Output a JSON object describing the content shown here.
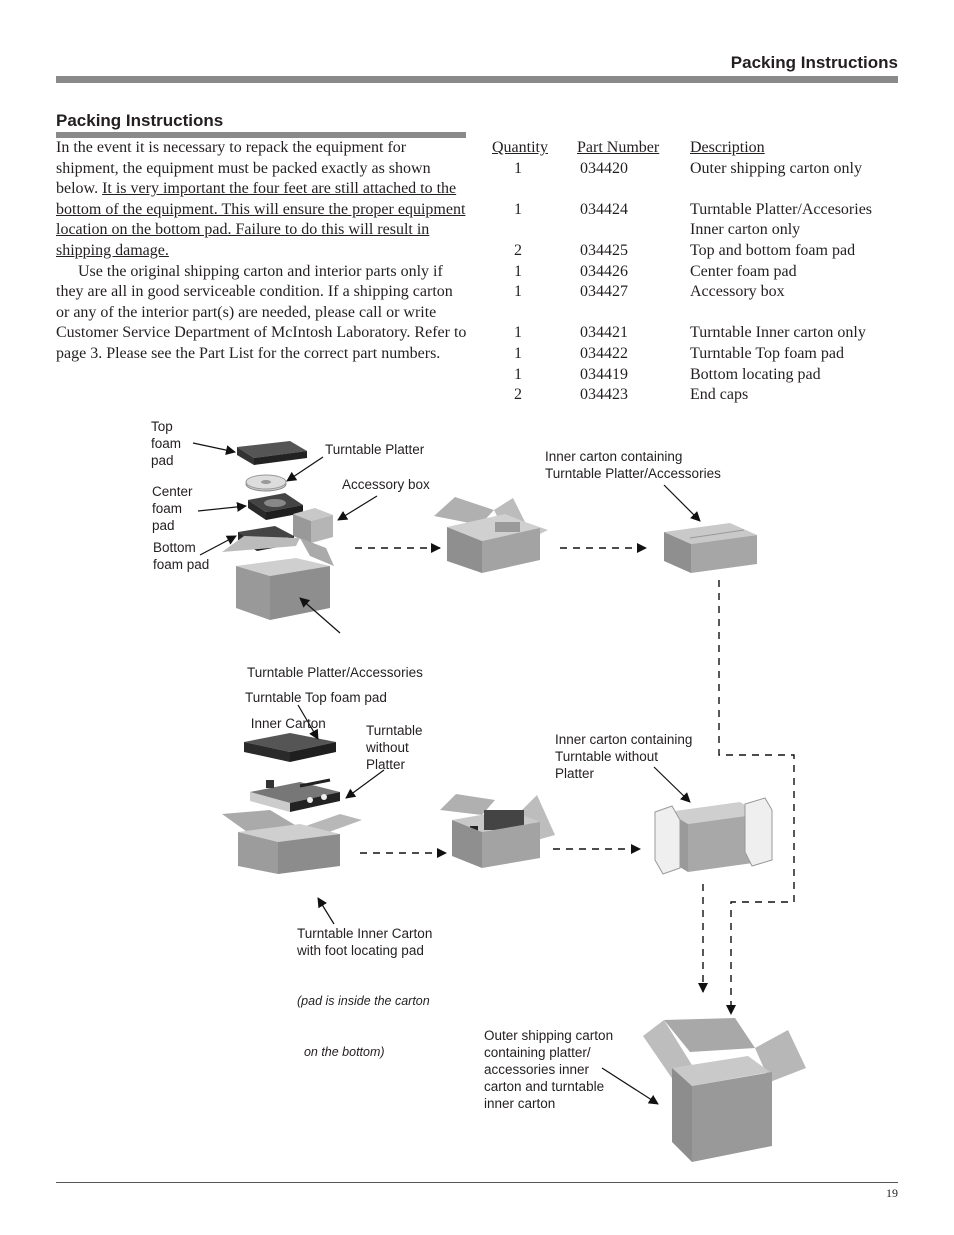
{
  "header": {
    "title": "Packing Instructions"
  },
  "section": {
    "title": "Packing Instructions",
    "p1_plain": "In the event it is necessary to repack the equipment for shipment, the equipment must be packed exactly as shown below. ",
    "p1_underlined": "It is very important the four feet are still attached to the bottom of the equipment. This will ensure the proper equipment location on the bottom pad. Failure to do this will result in shipping damage.",
    "p2": "Use the original shipping carton and interior parts only if they are all in good serviceable condition. If a shipping carton or any of the interior part(s) are needed, please call or write Customer Service Department of McIntosh Laboratory. Refer to page 3. Please see the Part List for the correct part numbers."
  },
  "parts_table": {
    "headers": [
      "Quantity",
      "Part Number",
      "Description"
    ],
    "rows": [
      {
        "qty": "1",
        "part": "034420",
        "desc": "Outer shipping carton only"
      },
      {
        "qty": "",
        "part": "",
        "desc": ""
      },
      {
        "qty": "1",
        "part": "034424",
        "desc": "Turntable Platter/Accesories"
      },
      {
        "qty": "",
        "part": "",
        "desc": "Inner carton only"
      },
      {
        "qty": "2",
        "part": "034425",
        "desc": "Top and bottom foam pad"
      },
      {
        "qty": "1",
        "part": "034426",
        "desc": "Center foam pad"
      },
      {
        "qty": "1",
        "part": "034427",
        "desc": "Accessory box"
      },
      {
        "qty": "",
        "part": "",
        "desc": ""
      },
      {
        "qty": "1",
        "part": "034421",
        "desc": "Turntable Inner carton only"
      },
      {
        "qty": "1",
        "part": "034422",
        "desc": "Turntable Top foam pad"
      },
      {
        "qty": "1",
        "part": "034419",
        "desc": "Bottom locating pad"
      },
      {
        "qty": "2",
        "part": "034423",
        "desc": "End caps"
      }
    ]
  },
  "diagram": {
    "labels": {
      "top_foam": [
        "Top",
        "foam",
        "pad"
      ],
      "turntable_platter": "Turntable Platter",
      "accessory_box": "Accessory box",
      "center_foam": [
        "Center",
        "foam",
        "pad"
      ],
      "bottom_foam": [
        "Bottom",
        "foam pad"
      ],
      "platter_inner_carton": [
        "Turntable Platter/Accessories",
        " Inner Carton"
      ],
      "inner_containing_platter": [
        "Inner carton containing",
        "Turntable Platter/Accessories"
      ],
      "turntable_top_foam": "Turntable Top foam pad",
      "turntable_without_platter": [
        "Turntable",
        "without",
        "Platter"
      ],
      "inner_containing_turntable": [
        "Inner carton containing",
        "Turntable without",
        "Platter"
      ],
      "turntable_inner_carton": [
        "Turntable Inner Carton",
        "with foot locating pad"
      ],
      "pad_note": [
        "(pad is inside the carton",
        "  on the bottom)"
      ],
      "outer_carton": [
        "Outer shipping carton",
        "containing platter/",
        "accessories inner",
        "carton and turntable",
        "inner carton"
      ]
    }
  },
  "footer": {
    "page_number": "19"
  }
}
